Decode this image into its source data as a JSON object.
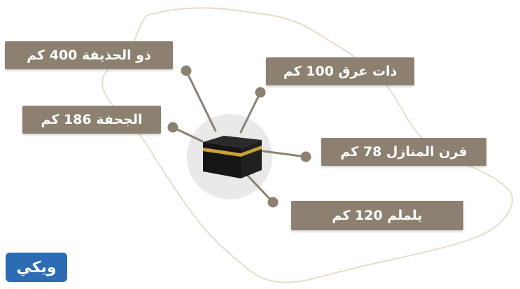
{
  "miqat_labels": {
    "dhul_hulayfah": "ذو الحذيفة 400 كم",
    "juhfa": "الجحفة 186 كم",
    "dhat_irq": "ذات عرق 100 كم",
    "qarn_almanazil": "قرن المنازل 78 كم",
    "yalamlam": "يلملم 120 كم"
  },
  "logo": {
    "text": "ويكي"
  },
  "colors": {
    "label_bg": "#8c8170",
    "map_outline": "#e6ddc9",
    "connector": "#8c8170",
    "circle": "#e9e9e9",
    "kaaba": "#1c1c1c",
    "kaaba_band": "#c9a13a",
    "logo_bg": "#2b6cb5"
  },
  "icons": {
    "center": "kaaba-icon",
    "endpoints": "pin-dot-icon"
  }
}
